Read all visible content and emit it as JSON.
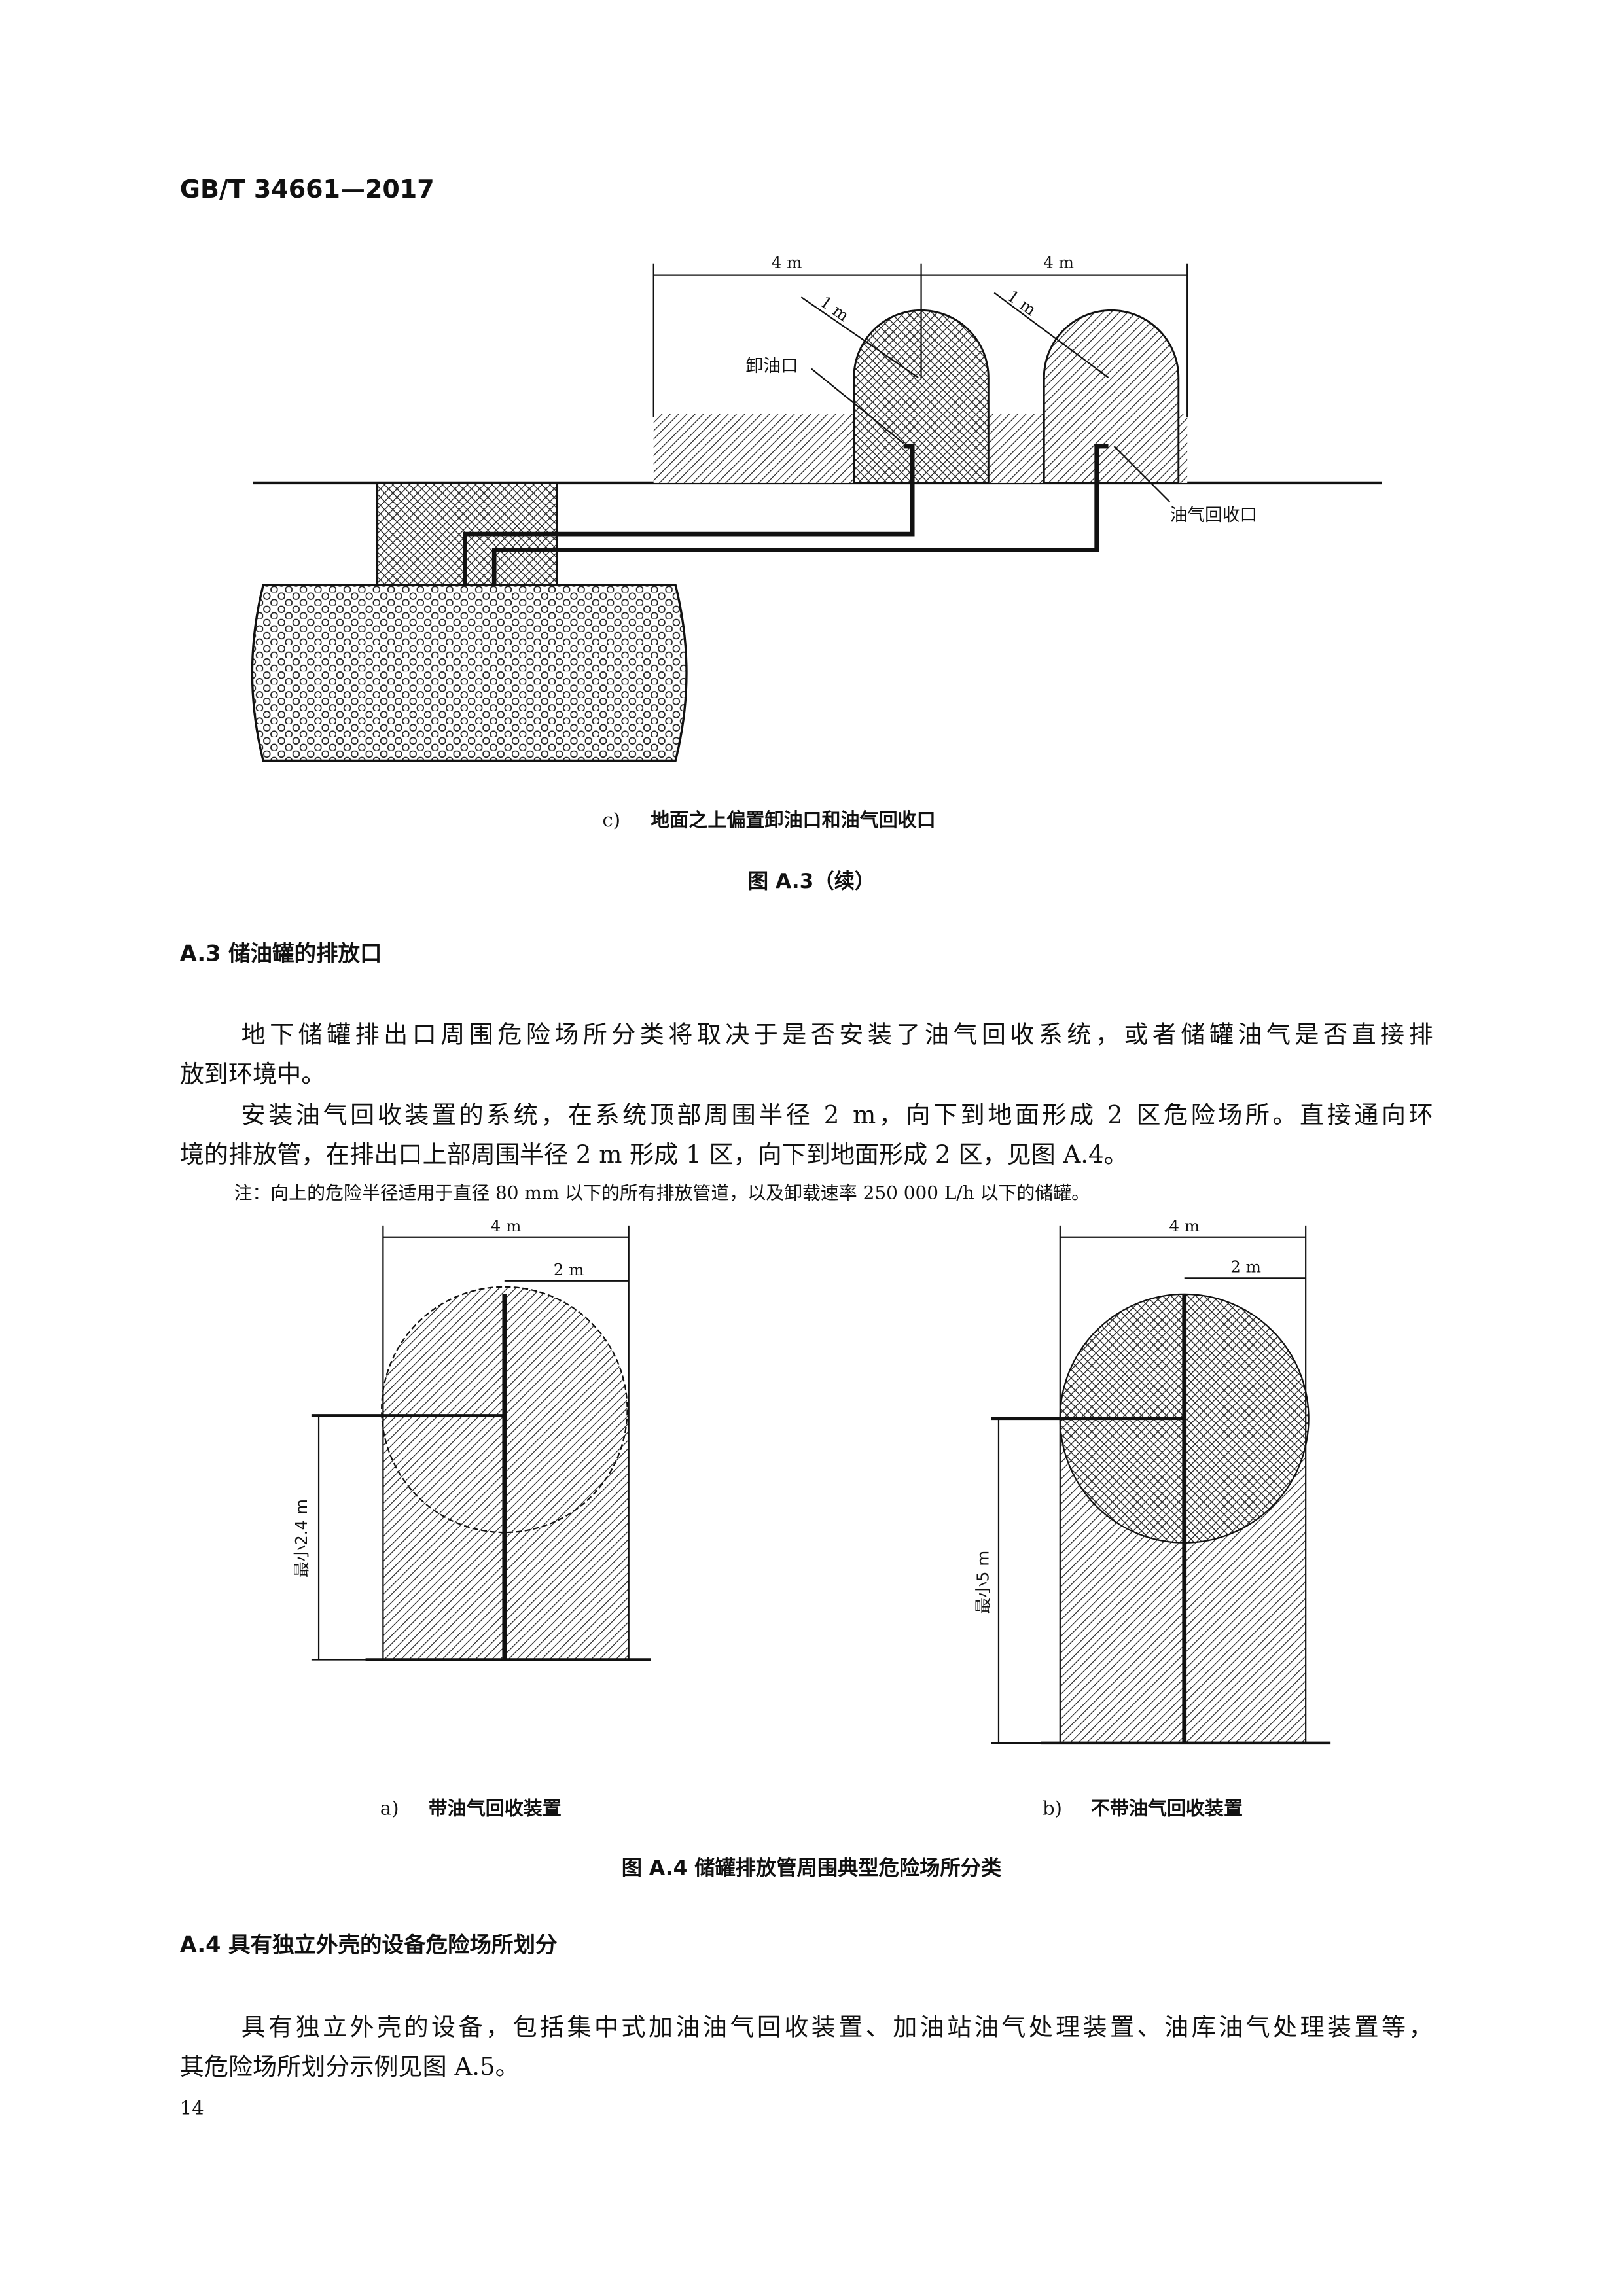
{
  "header": {
    "standard_code": "GB/T 34661—2017"
  },
  "figure_a3c": {
    "dim_left": "4 m",
    "dim_right": "4 m",
    "radius_left": "1 m",
    "radius_right": "1 m",
    "label_unload_port": "卸油口",
    "label_vapor_port": "油气回收口",
    "caption_letter": "c)",
    "caption": "地面之上偏置卸油口和油气回收口",
    "figure_title": "图 A.3（续）"
  },
  "section_a3": {
    "heading": "A.3  储油罐的排放口",
    "paragraphs": [
      "地下储罐排出口周围危险场所分类将取决于是否安装了油气回收系统，或者储罐油气是否直接排",
      "放到环境中。",
      "安装油气回收装置的系统，在系统顶部周围半径 2 m，向下到地面形成 2 区危险场所。直接通向环",
      "境的排放管，在排出口上部周围半径 2 m 形成 1 区，向下到地面形成 2 区，见图 A.4。"
    ],
    "note": "注：向上的危险半径适用于直径 80 mm 以下的所有排放管道，以及卸载速率 250 000 L/h 以下的储罐。"
  },
  "figure_a4": {
    "a": {
      "dim_width": "4 m",
      "dim_radius": "2 m",
      "dim_height": "最小2.4 m",
      "caption_letter": "a)",
      "caption": "带油气回收装置"
    },
    "b": {
      "dim_width": "4 m",
      "dim_radius": "2 m",
      "dim_height": "最小5 m",
      "caption_letter": "b)",
      "caption": "不带油气回收装置"
    },
    "figure_title": "图 A.4  储罐排放管周围典型危险场所分类"
  },
  "section_a4": {
    "heading": "A.4  具有独立外壳的设备危险场所划分",
    "paragraphs": [
      "具有独立外壳的设备，包括集中式加油油气回收装置、加油站油气处理装置、油库油气处理装置等，",
      "其危险场所划分示例见图 A.5。"
    ]
  },
  "footer": {
    "page_number": "14"
  }
}
